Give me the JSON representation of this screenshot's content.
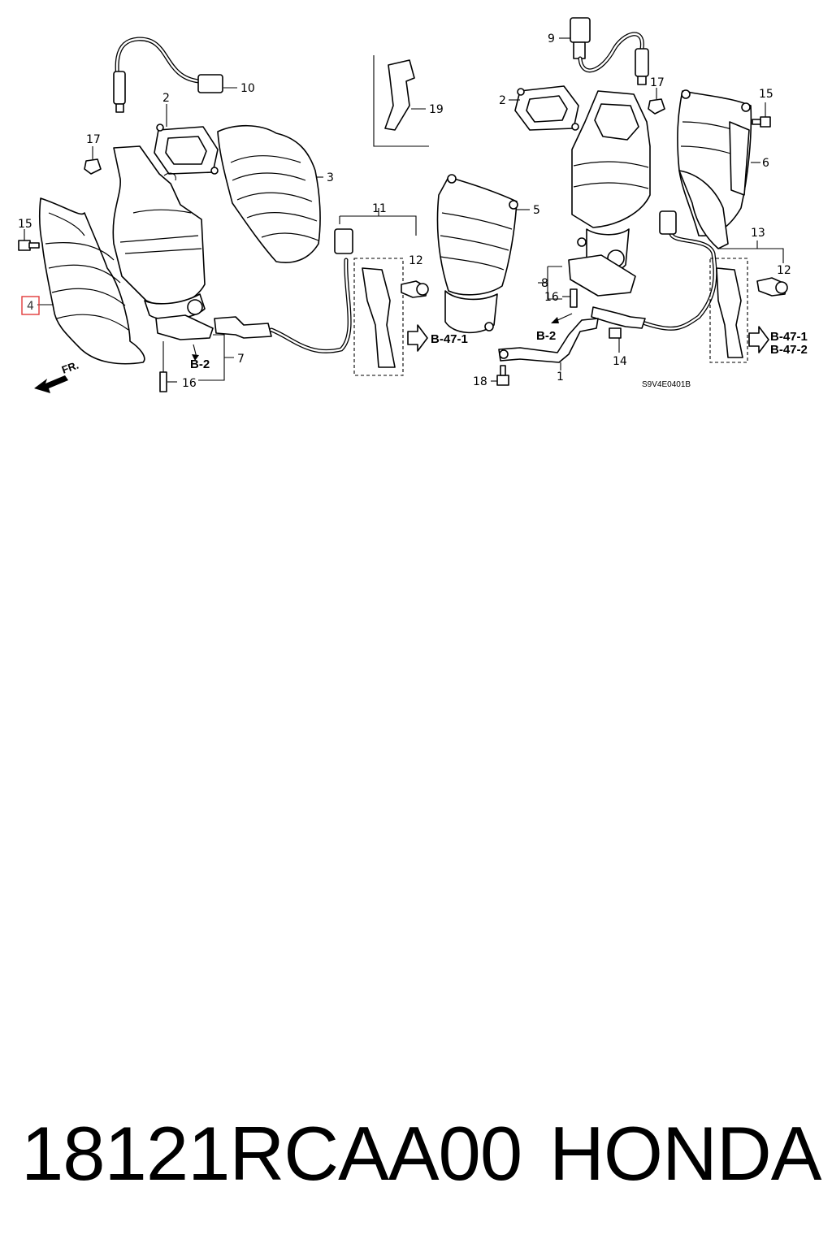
{
  "diagram": {
    "callouts": {
      "c1": "1",
      "c2a": "2",
      "c2b": "2",
      "c3": "3",
      "c4": "4",
      "c5": "5",
      "c6": "6",
      "c7": "7",
      "c8": "8",
      "c9": "9",
      "c10": "10",
      "c11": "11",
      "c12a": "12",
      "c12b": "12",
      "c13": "13",
      "c14": "14",
      "c15a": "15",
      "c15b": "15",
      "c16a": "16",
      "c16b": "16",
      "c17a": "17",
      "c17b": "17",
      "c18": "18",
      "c19": "19"
    },
    "refs": {
      "b2_left": "B-2",
      "b2_right": "B-2",
      "b47_left": "B-47-1",
      "b47_right_1": "B-47-1",
      "b47_right_2": "B-47-2"
    },
    "front_label": "FR.",
    "drawing_code": "S9V4E0401B",
    "highlighted_callout": "4"
  },
  "footer": {
    "part_number": "18121RCAA00",
    "brand": "HONDA"
  }
}
